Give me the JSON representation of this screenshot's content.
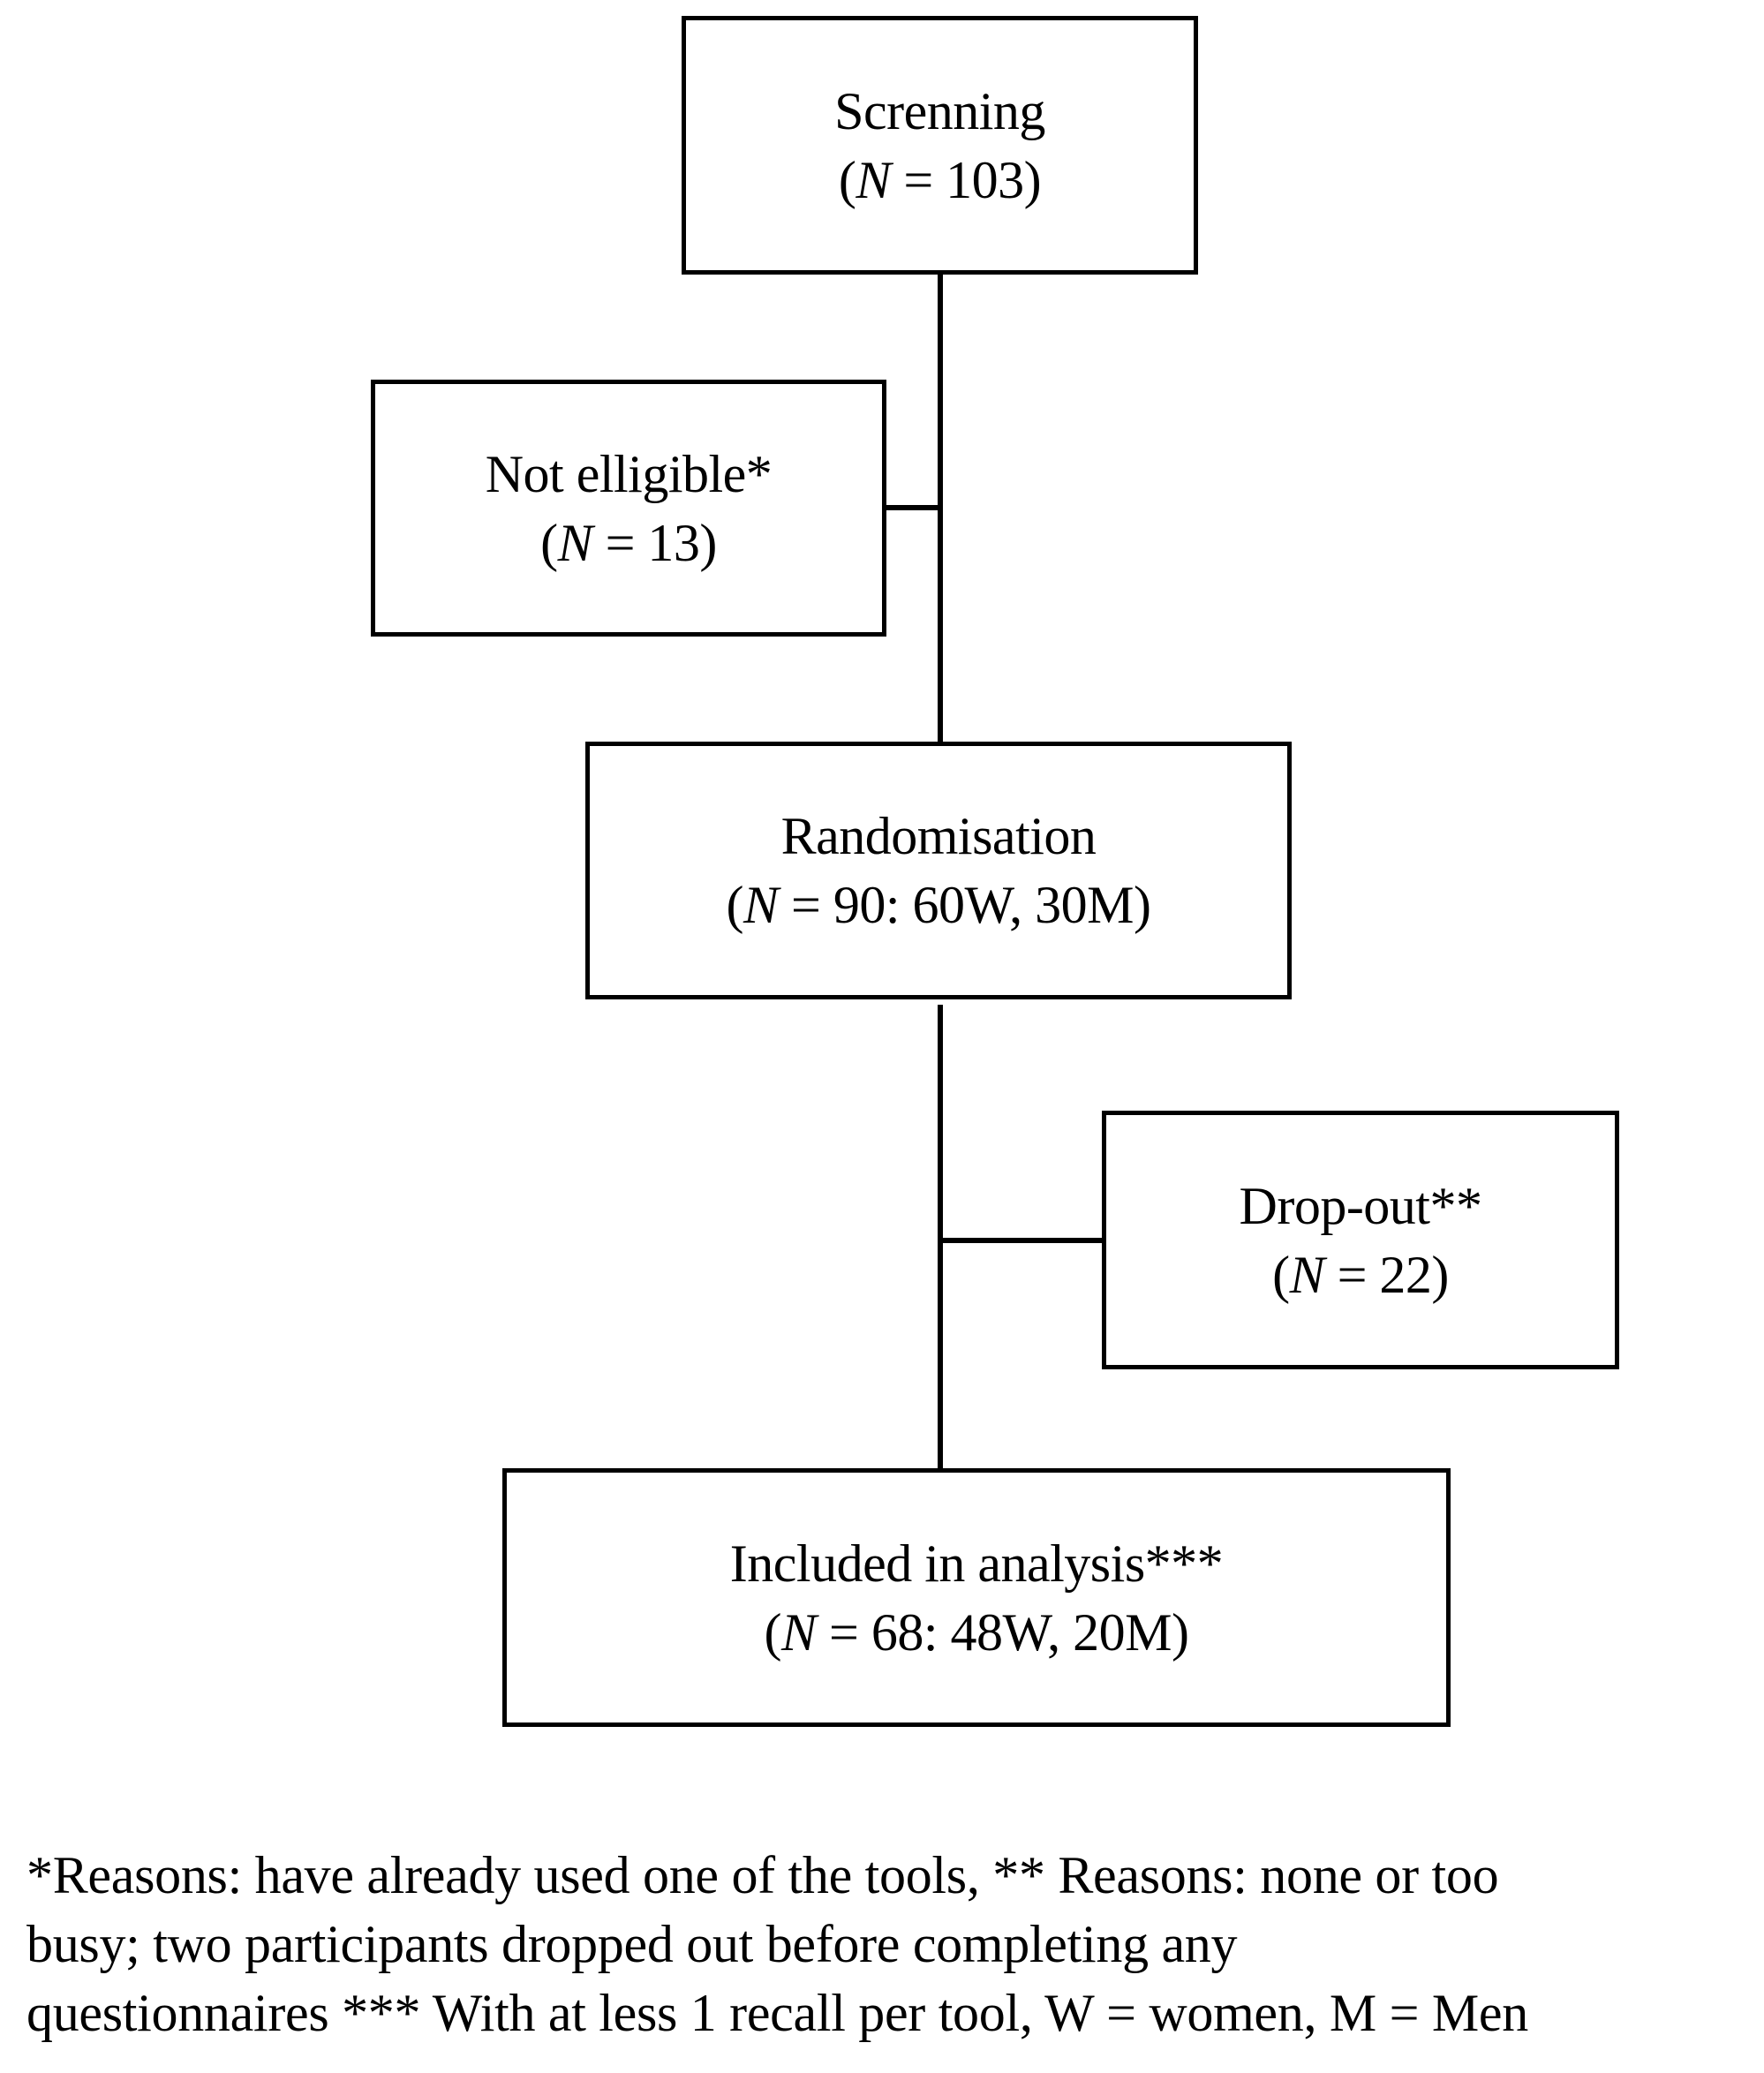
{
  "diagram": {
    "nodes": [
      {
        "id": "screening",
        "label": "Screnning",
        "count_prefix": "(",
        "count_var": "N",
        "count_text": " = 103)"
      },
      {
        "id": "not_eligible",
        "label": "Not elligible*",
        "count_prefix": "(",
        "count_var": "N",
        "count_text": " = 13)"
      },
      {
        "id": "randomisation",
        "label": "Randomisation",
        "count_prefix": "(",
        "count_var": "N",
        "count_text": " = 90: 60W, 30M)"
      },
      {
        "id": "dropout",
        "label": "Drop-out**",
        "count_prefix": "(",
        "count_var": "N",
        "count_text": " = 22)"
      },
      {
        "id": "included",
        "label": "Included in analysis***",
        "count_prefix": "(",
        "count_var": "N",
        "count_text": " = 68: 48W, 20M)"
      }
    ],
    "edges": [
      {
        "from": "screening",
        "to": "randomisation"
      },
      {
        "from": "screening",
        "to": "not_eligible",
        "branch": "left"
      },
      {
        "from": "randomisation",
        "to": "included"
      },
      {
        "from": "randomisation",
        "to": "dropout",
        "branch": "right"
      }
    ]
  },
  "footnote": {
    "lines": [
      "*Reasons: have already used one of the tools, ** Reasons: none or too",
      "busy;  two participants dropped out before completing any",
      "questionnaires *** With at less 1 recall per tool, W = women, M = Men"
    ]
  }
}
